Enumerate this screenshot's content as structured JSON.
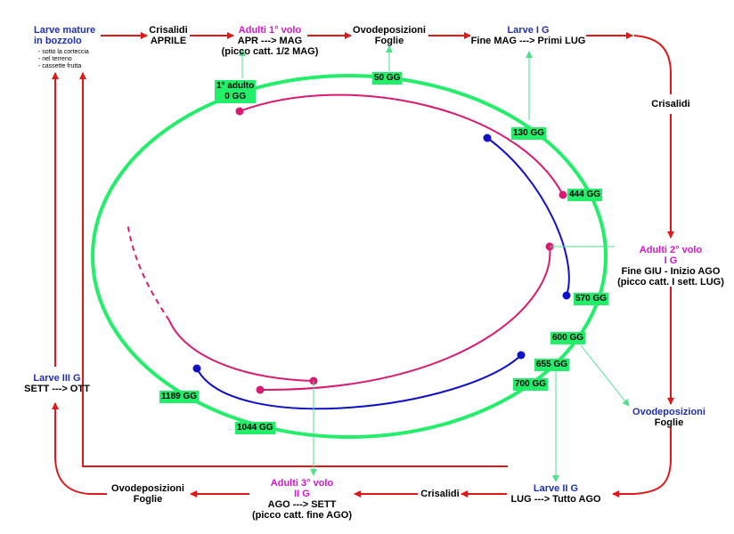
{
  "colors": {
    "ring": "#22ee6a",
    "gen1": "#d81b70",
    "gen2": "#1010c8",
    "arrows": "#e01818",
    "green_arrows": "#4fe08c"
  },
  "labels": {
    "larve_mature": [
      "Larve mature",
      "in bozzolo"
    ],
    "larve_mature_notes": [
      "- sotto la corteccia",
      "- nel terreno",
      "- cassette frutta"
    ],
    "crisalidi_aprile": [
      "Crisalidi",
      "APRILE"
    ],
    "adulti_1_title": "Adulti 1° volo",
    "adulti_1_text": [
      "APR ---> MAG",
      "(picco catt. 1/2 MAG)"
    ],
    "ovodep_top": [
      "Ovodeposizioni",
      "Foglie"
    ],
    "larve_1_title": "Larve I G",
    "larve_1_text": "Fine MAG ---> Primi LUG",
    "crisalidi_right": "Crisalidi",
    "adulti_2_title": [
      "Adulti 2° volo",
      "I G"
    ],
    "adulti_2_text": [
      "Fine GIU - Inizio AGO",
      "(picco catt. I sett. LUG)"
    ],
    "ovodep_right_title": "Ovodeposizioni",
    "ovodep_right_text": "Foglie",
    "larve_2_title": "Larve II G",
    "larve_2_text": "LUG ---> Tutto AGO",
    "crisalidi_bottom": "Crisalidi",
    "adulti_3_title": [
      "Adulti 3° volo",
      "II G"
    ],
    "adulti_3_text": [
      "AGO ---> SETT",
      "(picco catt. fine AGO)"
    ],
    "ovodep_bottom": [
      "Ovodeposizioni",
      "Foglie"
    ],
    "larve_3_title": "Larve III G",
    "larve_3_text": "SETT ---> OTT"
  },
  "degree_days": {
    "first_adult": [
      "1° adulto",
      "0 GG"
    ],
    "d50": "50 GG",
    "d130": "130 GG",
    "d444": "444 GG",
    "d570": "570 GG",
    "d600": "600 GG",
    "d655": "655 GG",
    "d700": "700 GG",
    "d1044": "1044 GG",
    "d1189": "1189 GG"
  }
}
